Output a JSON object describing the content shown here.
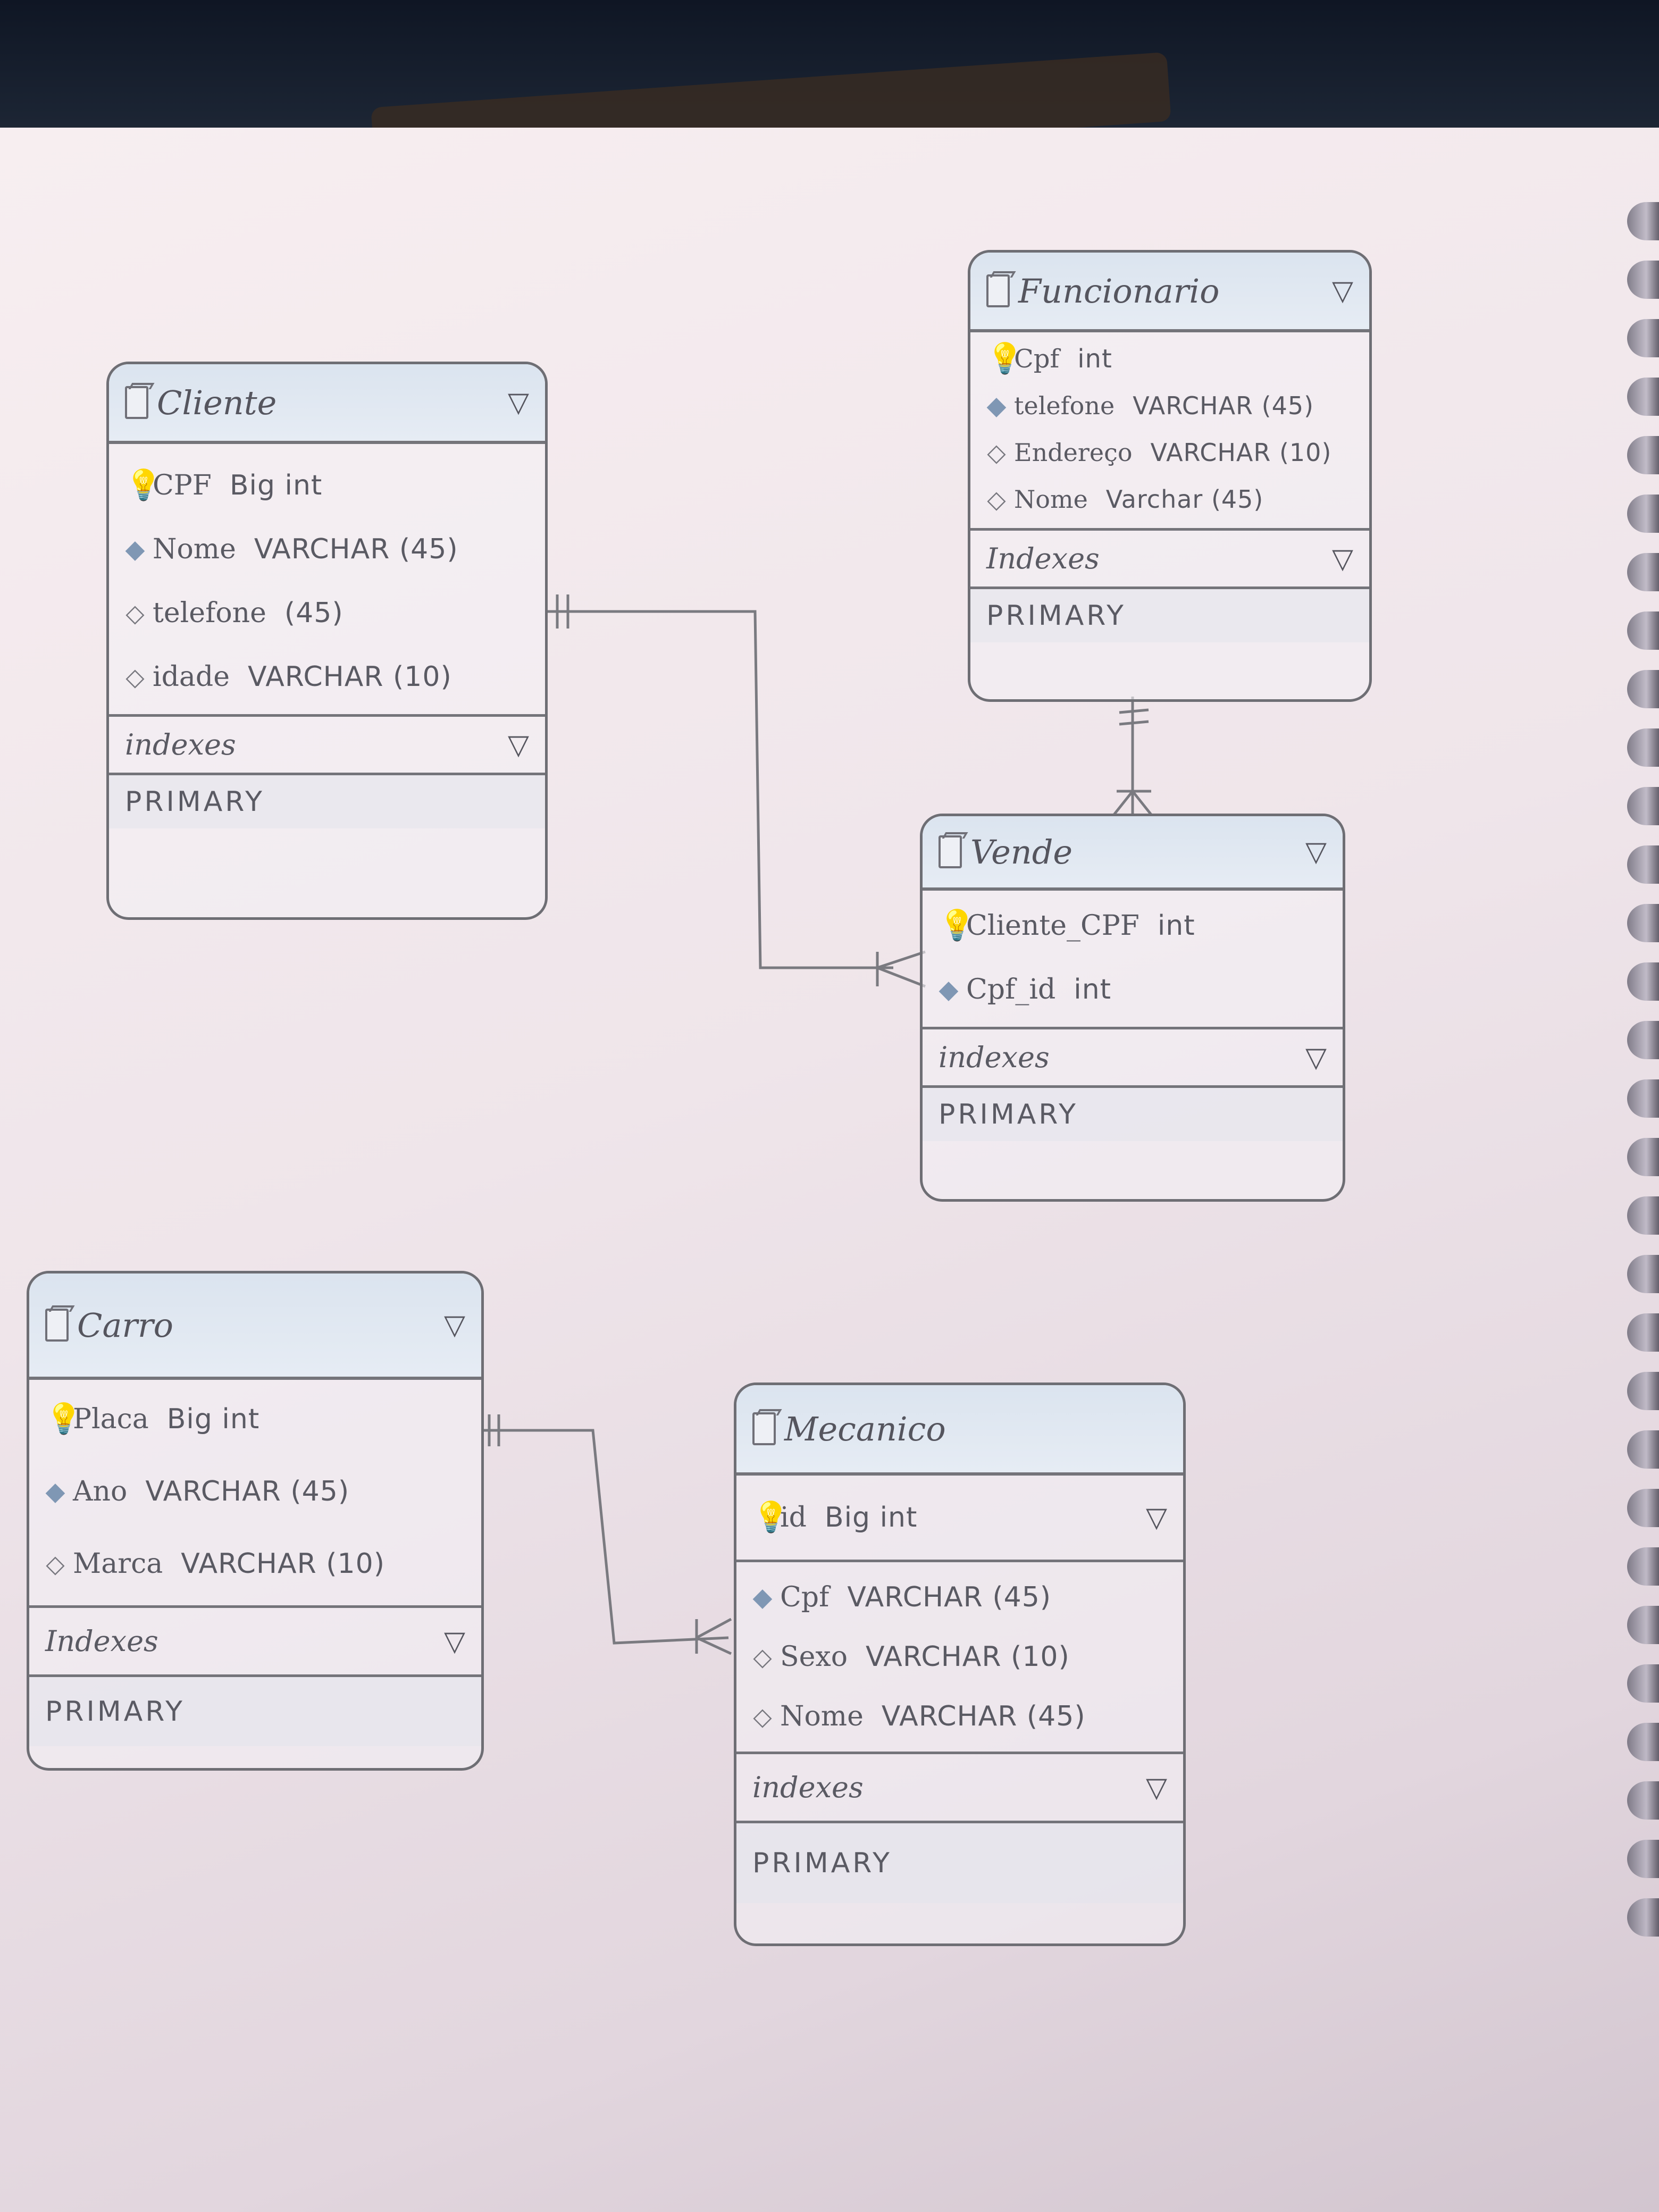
{
  "tables": {
    "cliente": {
      "name": "Cliente",
      "columns": [
        {
          "name": "CPF",
          "type": "Big int",
          "icon": "primary-key-icon"
        },
        {
          "name": "Nome",
          "type": "VARCHAR (45)",
          "icon": "filled-diamond-icon"
        },
        {
          "name": "telefone",
          "type": "(45)",
          "icon": "open-diamond-icon"
        },
        {
          "name": "idade",
          "type": "VARCHAR (10)",
          "icon": "open-diamond-icon"
        }
      ],
      "indexes_label": "indexes",
      "index_primary": "PRIMARY"
    },
    "funcionario": {
      "name": "Funcionario",
      "columns": [
        {
          "name": "Cpf",
          "type": "int",
          "icon": "primary-key-icon"
        },
        {
          "name": "telefone",
          "type": "VARCHAR (45)",
          "icon": "filled-diamond-icon"
        },
        {
          "name": "Endereço",
          "type": "VARCHAR (10)",
          "icon": "open-diamond-icon"
        },
        {
          "name": "Nome",
          "type": "Varchar (45)",
          "icon": "open-diamond-icon"
        }
      ],
      "indexes_label": "Indexes",
      "index_primary": "PRIMARY"
    },
    "vende": {
      "name": "Vende",
      "columns": [
        {
          "name": "Cliente_CPF",
          "type": "int",
          "icon": "primary-key-icon"
        },
        {
          "name": "Cpf_id",
          "type": "int",
          "icon": "filled-diamond-icon"
        }
      ],
      "indexes_label": "indexes",
      "index_primary": "PRIMARY"
    },
    "carro": {
      "name": "Carro",
      "columns": [
        {
          "name": "Placa",
          "type": "Big int",
          "icon": "primary-key-icon"
        },
        {
          "name": "Ano",
          "type": "VARCHAR (45)",
          "icon": "filled-diamond-icon"
        },
        {
          "name": "Marca",
          "type": "VARCHAR (10)",
          "icon": "open-diamond-icon"
        }
      ],
      "indexes_label": "Indexes",
      "index_primary": "PRIMARY"
    },
    "mecanico": {
      "name": "Mecanico",
      "columns": [
        {
          "name": "id",
          "type": "Big int",
          "icon": "primary-key-icon"
        },
        {
          "name": "Cpf",
          "type": "VARCHAR (45)",
          "icon": "filled-diamond-icon"
        },
        {
          "name": "Sexo",
          "type": "VARCHAR (10)",
          "icon": "open-diamond-icon"
        },
        {
          "name": "Nome",
          "type": "VARCHAR (45)",
          "icon": "open-diamond-icon"
        }
      ],
      "indexes_label": "indexes",
      "index_primary": "PRIMARY"
    }
  },
  "relationships": [
    {
      "from": "Cliente",
      "to": "Vende",
      "from_cardinality": "one-and-only-one",
      "to_cardinality": "one-or-many"
    },
    {
      "from": "Funcionario",
      "to": "Vende",
      "from_cardinality": "one-and-only-one",
      "to_cardinality": "one-or-many"
    },
    {
      "from": "Carro",
      "to": "Mecanico",
      "from_cardinality": "one-and-only-one",
      "to_cardinality": "one-or-many"
    }
  ],
  "colors": {
    "header_fill": "#dbe4ef",
    "pencil": "#6e6e74",
    "key_icon": "#d6ae28",
    "foreign_diamond": "#7f97b4"
  }
}
